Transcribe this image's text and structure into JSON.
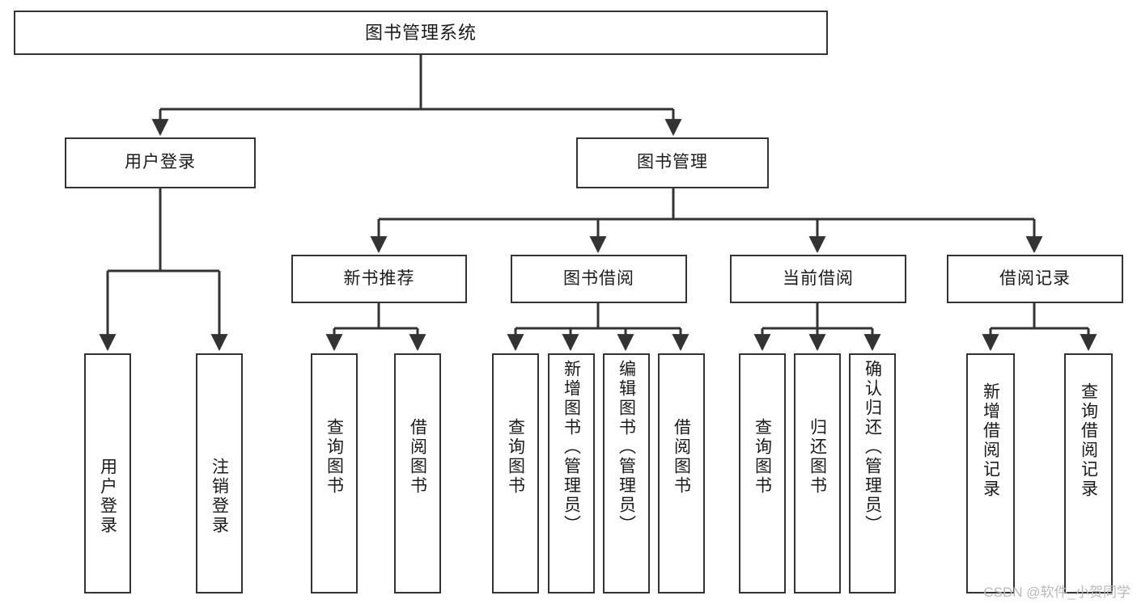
{
  "diagram": {
    "type": "tree-hierarchy",
    "title": "图书管理系统",
    "watermark": "CSDN @软件_小贺同学",
    "colors": {
      "background": "#ffffff",
      "box_border": "#333333",
      "box_fill": "#ffffff",
      "edge": "#333333",
      "text": "#1a1a1a",
      "watermark": "#b9b9b9"
    },
    "nodes": {
      "root": {
        "label": "图书管理系统"
      },
      "level1": [
        {
          "id": "user-login",
          "label": "用户登录"
        },
        {
          "id": "book-manage",
          "label": "图书管理"
        }
      ],
      "level2": [
        {
          "id": "new-book-rec",
          "label": "新书推荐"
        },
        {
          "id": "book-borrow",
          "label": "图书借阅"
        },
        {
          "id": "current-borrow",
          "label": "当前借阅"
        },
        {
          "id": "borrow-record",
          "label": "借阅记录"
        }
      ],
      "leaves": {
        "user-login": [
          {
            "id": "leaf-user-login",
            "label": "用户登录"
          },
          {
            "id": "leaf-logout",
            "label": "注销登录"
          }
        ],
        "new-book-rec": [
          {
            "id": "leaf-query-book-1",
            "label": "查询图书"
          },
          {
            "id": "leaf-borrow-book-1",
            "label": "借阅图书"
          }
        ],
        "book-borrow": [
          {
            "id": "leaf-query-book-2",
            "label": "查询图书"
          },
          {
            "id": "leaf-add-book",
            "label": "新增图书（管理员）"
          },
          {
            "id": "leaf-edit-book",
            "label": "编辑图书（管理员）"
          },
          {
            "id": "leaf-borrow-book-2",
            "label": "借阅图书"
          }
        ],
        "current-borrow": [
          {
            "id": "leaf-query-book-3",
            "label": "查询图书"
          },
          {
            "id": "leaf-return-book",
            "label": "归还图书"
          },
          {
            "id": "leaf-confirm-return",
            "label": "确认归还（管理员）"
          }
        ],
        "borrow-record": [
          {
            "id": "leaf-add-record",
            "label": "新增借阅记录"
          },
          {
            "id": "leaf-query-record",
            "label": "查询借阅记录"
          }
        ]
      }
    }
  }
}
